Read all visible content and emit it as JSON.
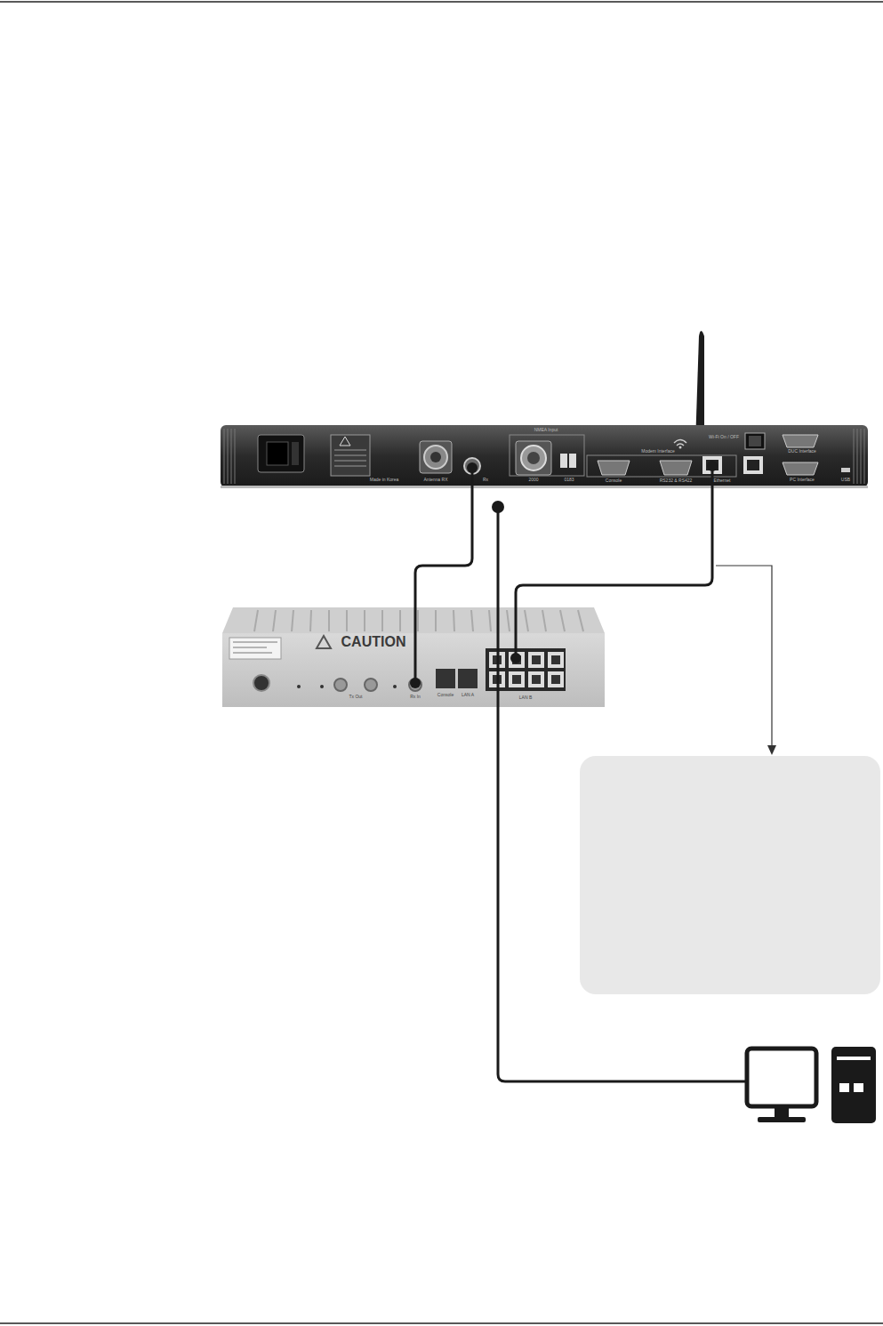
{
  "diagram": {
    "labels": [
      "Made in Korea",
      "Antenna RX",
      "Rx",
      "NMEA Input",
      "2000",
      "0183",
      "Modem Interface",
      "Console",
      "RS232 & RS422",
      "Ethernet",
      "Wi-Fi On / OFF",
      "DUC Interface",
      "PC Interface",
      "USB",
      "CAUTION",
      "Tx Out",
      "Rx In",
      "Console",
      "LAN A",
      "LAN B"
    ]
  }
}
